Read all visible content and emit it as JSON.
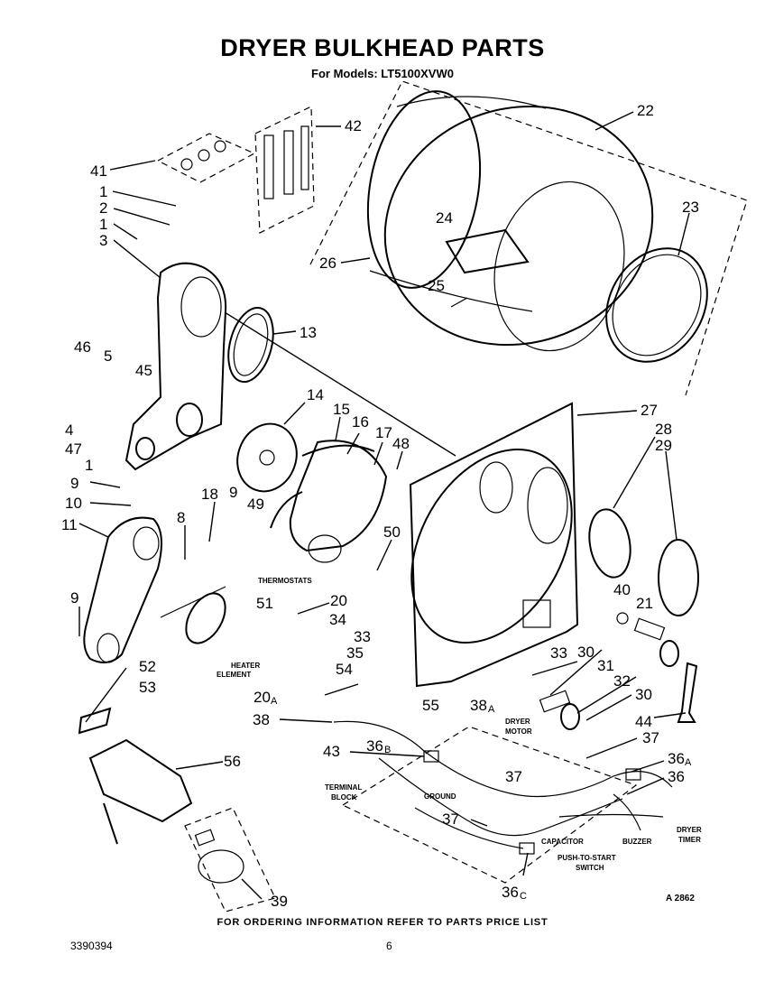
{
  "title": "DRYER BULKHEAD PARTS",
  "subtitle": "For Models: LT5100XVW0",
  "callouts": {
    "c41": "41",
    "c1a": "1",
    "c2": "2",
    "c1b": "1",
    "c3": "3",
    "c42": "42",
    "c22": "22",
    "c23": "23",
    "c24": "24",
    "c25": "25",
    "c26": "26",
    "c13": "13",
    "c46": "46",
    "c5": "5",
    "c45": "45",
    "c4": "4",
    "c47": "47",
    "c1c": "1",
    "c9a": "9",
    "c10": "10",
    "c14": "14",
    "c15": "15",
    "c16": "16",
    "c17": "17",
    "c48": "48",
    "c18": "18",
    "c9b": "9",
    "c49": "49",
    "c11": "11",
    "c8": "8",
    "c27": "27",
    "c28": "28",
    "c29": "29",
    "c50": "50",
    "c9c": "9",
    "c20a": "20",
    "c51": "51",
    "c34": "34",
    "c40": "40",
    "c21": "21",
    "c33a": "33",
    "c52": "52",
    "c35": "35",
    "c53": "53",
    "c54": "54",
    "c33b": "33",
    "c30a": "30",
    "c31": "31",
    "c32": "32",
    "c20b": "20",
    "c20b_sub": "A",
    "c55": "55",
    "c38a": "38",
    "c38a_sub": "A",
    "c30b": "30",
    "c38": "38",
    "c44": "44",
    "c36b": "36",
    "c36b_sub": "B",
    "c37a": "37",
    "c43": "43",
    "c36a": "36",
    "c36a_sub": "A",
    "c56": "56",
    "c37b": "37",
    "c36": "36",
    "c37c": "37",
    "c36c": "36",
    "c36c_sub": "C",
    "c39": "39"
  },
  "descriptors": {
    "thermostats": "THERMOSTATS",
    "heater_element_1": "HEATER",
    "heater_element_2": "ELEMENT",
    "dryer_motor_1": "DRYER",
    "dryer_motor_2": "MOTOR",
    "terminal_block_1": "TERMINAL",
    "terminal_block_2": "BLOCK",
    "ground": "GROUND",
    "capacitor": "CAPACITOR",
    "buzzer": "BUZZER",
    "dryer_timer_1": "DRYER",
    "dryer_timer_2": "TIMER",
    "push_to_start_1": "PUSH-TO-START",
    "push_to_start_2": "SWITCH"
  },
  "ref_code": "A 2862",
  "footer_note": "FOR ORDERING INFORMATION REFER TO PARTS PRICE LIST",
  "doc_number": "3390394",
  "page_number": "6"
}
